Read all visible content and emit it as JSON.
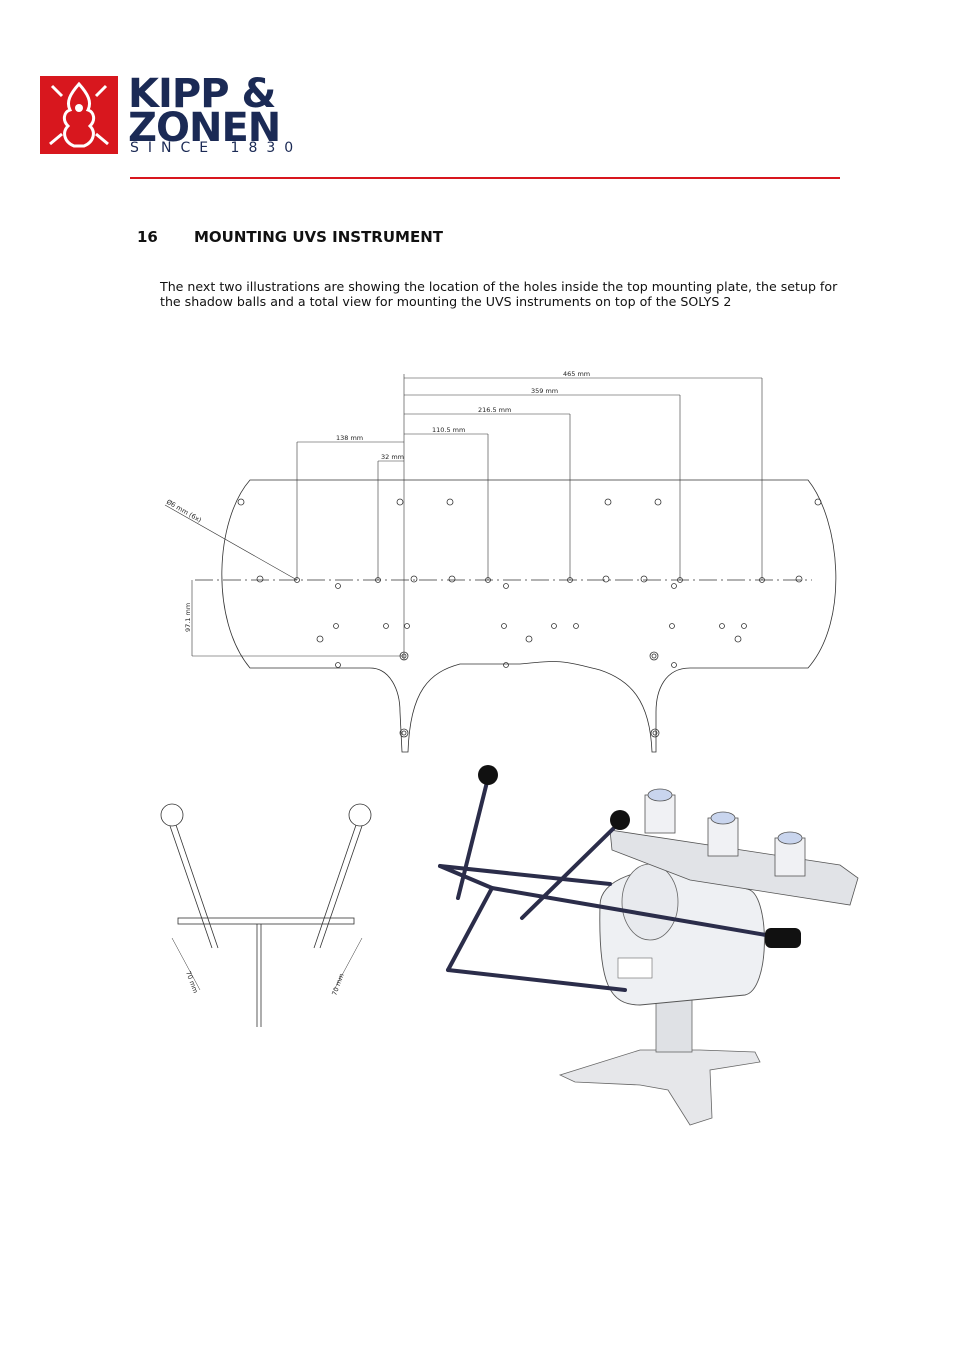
{
  "header": {
    "logo": {
      "line1": "KIPP &",
      "line2": "ZONEN",
      "tagline": "SINCE 1830"
    }
  },
  "section": {
    "number": "16",
    "title": "MOUNTING UVS INSTRUMENT",
    "intro": "The next two illustrations are showing the location of the holes inside the top mounting plate, the setup for the shadow balls and a total view for mounting the UVS instruments on top of the SOLYS 2"
  },
  "plate_drawing": {
    "dimensions": {
      "d465": "465 mm",
      "d359": "359 mm",
      "d2165": "216.5 mm",
      "d1105": "110.5 mm",
      "d138": "138 mm",
      "d32": "32 mm",
      "d971": "97.1 mm",
      "hole": "Ø6 mm (6x)"
    }
  },
  "ball_drawing": {
    "left_offset": "70 mm",
    "right_offset": "70 mm"
  },
  "colors": {
    "accent_red": "#d8171e",
    "brand_navy": "#1b2a55"
  }
}
